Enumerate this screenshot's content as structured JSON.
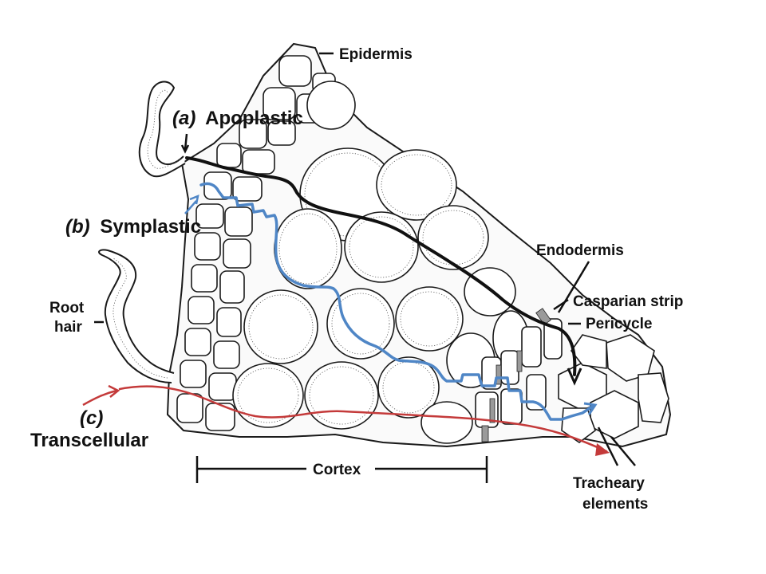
{
  "labels": {
    "epidermis": "Epidermis",
    "apoplastic_prefix": "(a)",
    "apoplastic": "Apoplastic",
    "symplastic_prefix": "(b)",
    "symplastic": "Symplastic",
    "endodermis": "Endodermis",
    "casparian_strip": "Casparian strip",
    "pericycle": "Pericycle",
    "root_hair_line1": "Root",
    "root_hair_line2": "hair",
    "transcellular_prefix": "(c)",
    "transcellular": "Transcellular",
    "cortex": "Cortex",
    "tracheary_line1": "Tracheary",
    "tracheary_line2": "elements"
  },
  "colors": {
    "apoplastic_path": "#111111",
    "symplastic_path": "#4f86c6",
    "transcellular_path": "#c43a3a",
    "casparian": "#9a9a9a"
  }
}
